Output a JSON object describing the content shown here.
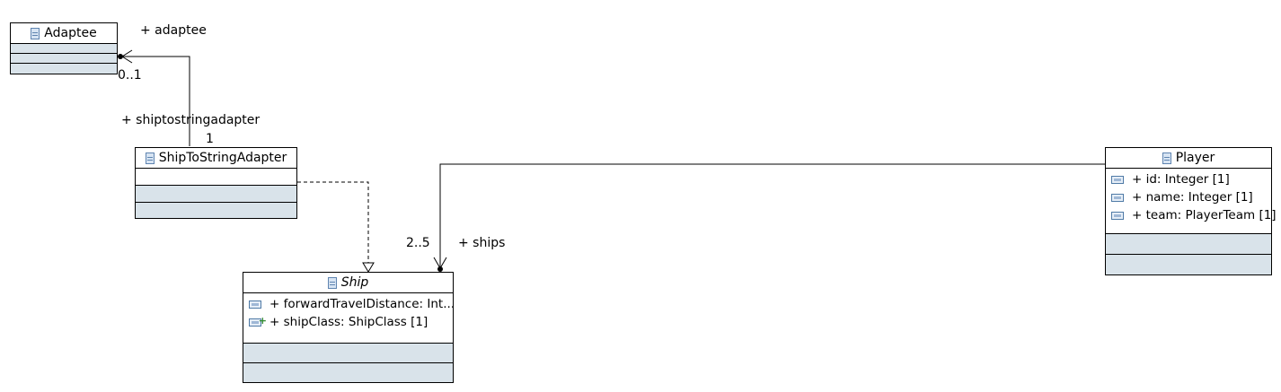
{
  "classes": {
    "adaptee": {
      "name": "Adaptee"
    },
    "ship_to_string_adapter": {
      "name": "ShipToStringAdapter"
    },
    "ship": {
      "name": "Ship",
      "attributes": [
        {
          "text": "+ forwardTravelDistance: Int...",
          "icon": "property-icon"
        },
        {
          "text": "+ shipClass: ShipClass [1]",
          "icon": "property-add-icon"
        }
      ]
    },
    "player": {
      "name": "Player",
      "attributes": [
        {
          "text": "+ id: Integer [1]",
          "icon": "property-icon"
        },
        {
          "text": "+ name: Integer [1]",
          "icon": "property-icon"
        },
        {
          "text": "+ team: PlayerTeam [1]",
          "icon": "property-icon"
        }
      ]
    }
  },
  "associations": {
    "adaptee_role": "+ adaptee",
    "adaptee_multiplicity": "0..1",
    "adapter_role": "+ shiptostringadapter",
    "adapter_multiplicity": "1",
    "ships_role": "+ ships",
    "ships_multiplicity": "2..5"
  },
  "colors": {
    "compartment": "#d9e3ea",
    "line": "#000000",
    "icon_blue": "#5f84b0"
  }
}
